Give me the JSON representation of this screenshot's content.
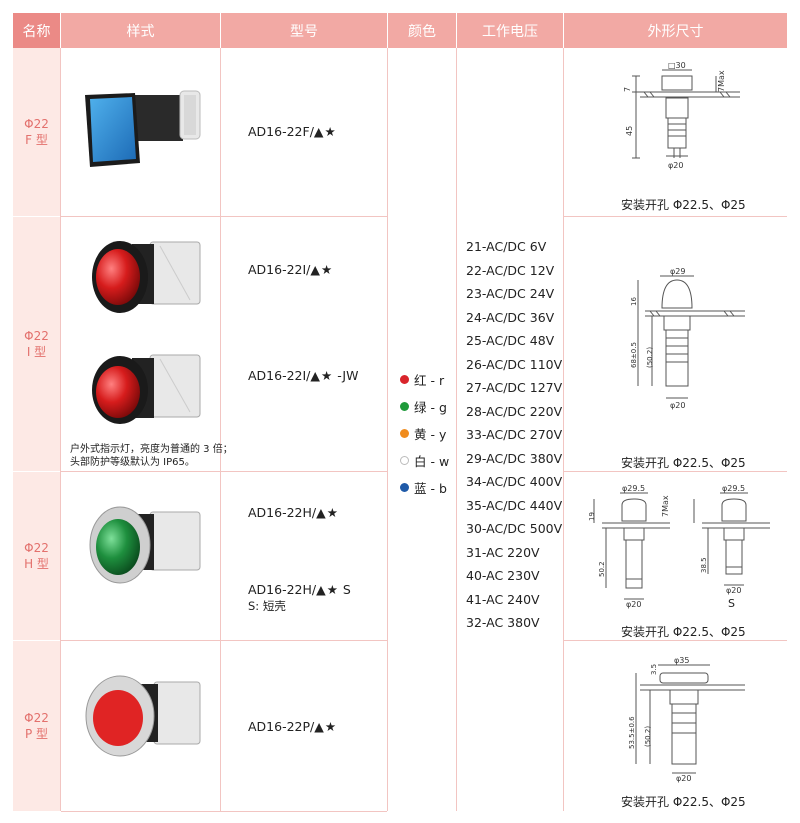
{
  "headers": {
    "name": "名称",
    "style": "样式",
    "model": "型号",
    "color": "颜色",
    "voltage": "工作电压",
    "dims": "外形尺寸"
  },
  "rows": [
    {
      "name_line1": "Φ22",
      "name_line2": "F 型",
      "models": [
        {
          "code": "AD16-22F/",
          "sym": "▲★",
          "suffix": ""
        }
      ],
      "mount": "安装开孔 Φ22.5、Φ25",
      "dims": {
        "top": "□30",
        "side": "7Max",
        "left1": "7",
        "left2": "45",
        "bottom": "φ20"
      }
    },
    {
      "name_line1": "Φ22",
      "name_line2": "I 型",
      "models": [
        {
          "code": "AD16-22I/",
          "sym": "▲★",
          "suffix": ""
        },
        {
          "code": "AD16-22I/",
          "sym": "▲★",
          "suffix": " -JW"
        }
      ],
      "note_line1": "户外式指示灯，亮度为普通的 3 倍；",
      "note_line2": "头部防护等级默认为 IP65。",
      "mount": "安装开孔 Φ22.5、Φ25",
      "dims": {
        "top": "φ29",
        "left1": "16",
        "left2": "68±0.5",
        "left3": "(50.2)",
        "bottom": "φ20"
      }
    },
    {
      "name_line1": "Φ22",
      "name_line2": "H 型",
      "models": [
        {
          "code": "AD16-22H/",
          "sym": "▲★",
          "suffix": ""
        },
        {
          "code": "AD16-22H/",
          "sym": "▲★",
          "suffix": " S"
        }
      ],
      "short_note": "S: 短壳",
      "mount": "安装开孔 Φ22.5、Φ25",
      "dims": {
        "top_a": "φ29.5",
        "top_b": "φ29.5",
        "side": "7Max",
        "left1": "19",
        "left2": "50.2",
        "left3": "38.5",
        "bottom_a": "φ20",
        "bottom_b": "φ20",
        "variant": "S"
      }
    },
    {
      "name_line1": "Φ22",
      "name_line2": "P 型",
      "models": [
        {
          "code": "AD16-22P/",
          "sym": "▲★",
          "suffix": ""
        }
      ],
      "mount": "安装开孔 Φ22.5、Φ25",
      "dims": {
        "top": "φ35",
        "left1": "3.5",
        "left2": "53.5±0.6",
        "left3": "(50.2)",
        "bottom": "φ20"
      }
    }
  ],
  "colors": [
    {
      "label": "红 - r",
      "hex": "#d9242b"
    },
    {
      "label": "绿 - g",
      "hex": "#1f9a3a"
    },
    {
      "label": "黄 - y",
      "hex": "#f08c1e"
    },
    {
      "label": "白 - w",
      "hex": "#ffffff"
    },
    {
      "label": "蓝 - b",
      "hex": "#1f5aa8"
    }
  ],
  "voltages": [
    "21-AC/DC 6V",
    "22-AC/DC 12V",
    "23-AC/DC 24V",
    "24-AC/DC 36V",
    "25-AC/DC 48V",
    "26-AC/DC 110V",
    "27-AC/DC 127V",
    "28-AC/DC 220V",
    "33-AC/DC 270V",
    "29-AC/DC 380V",
    "34-AC/DC 400V",
    "35-AC/DC 440V",
    "30-AC/DC 500V",
    "31-AC 220V",
    "40-AC 230V",
    "41-AC 240V",
    "32-AC 380V"
  ]
}
